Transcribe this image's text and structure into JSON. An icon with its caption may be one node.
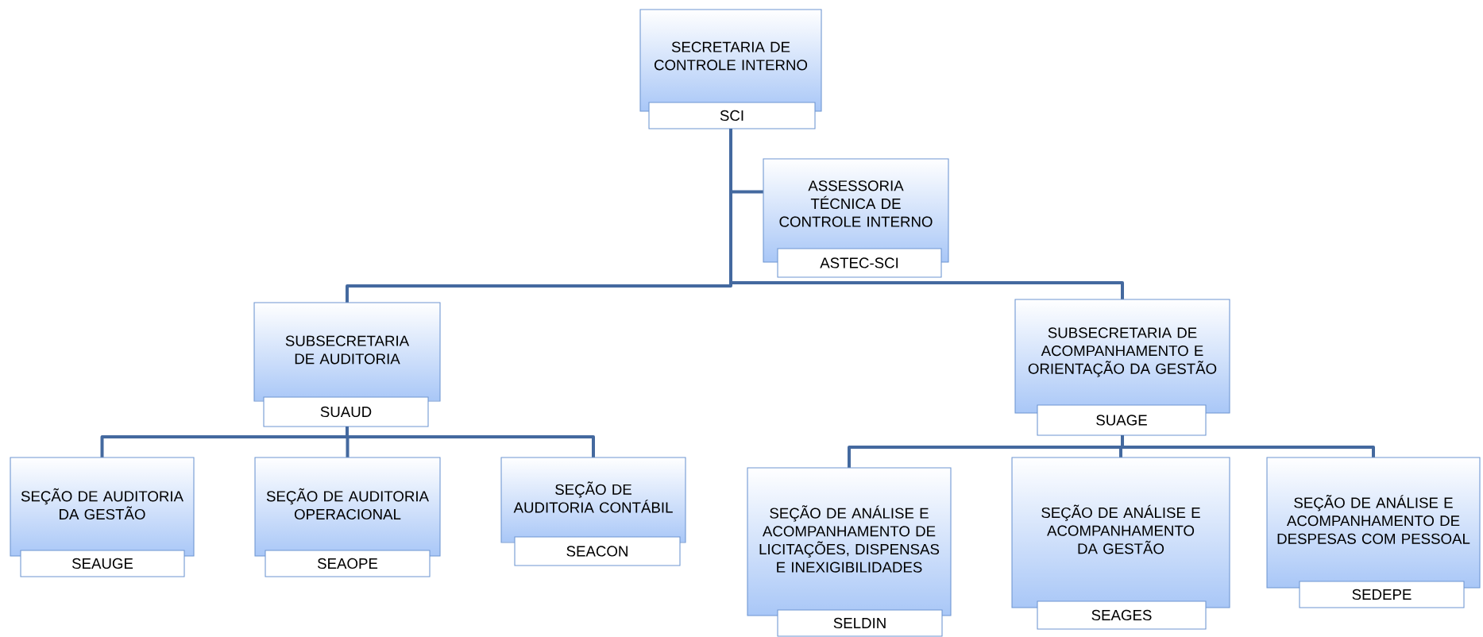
{
  "diagram": {
    "nodes": [
      {
        "text": [
          "SECRETARIA DE CONTROLE INTERNO",
          "SCI"
        ]
      },
      {
        "text": [
          "ASSESSORIA TÉCNICA DE CONTROLE INTERNO",
          "ASTEC-SCI"
        ]
      },
      {
        "text": [
          "SUBSECRETARIA DE AUDITORIA",
          "SUAUD"
        ]
      },
      {
        "text": [
          "SUBSECRETARIA DE ACOMPANHAMENTO E ORIENTAÇÃO DA GESTÃO",
          "SUAGE"
        ]
      },
      {
        "text": [
          "SEÇÃO DE AUDITORIA DA GESTÃO",
          "SEAUGE"
        ]
      },
      {
        "text": [
          "SEÇÃO DE AUDITORIA OPERACIONAL",
          "SEAOPE"
        ]
      },
      {
        "text": [
          "SEÇÃO DE AUDITORIA CONTÁBIL",
          "SEACON"
        ]
      },
      {
        "text": [
          "SEÇÃO DE ANÁLISE E ACOMPANHAMENTO DE LICITAÇÕES, DISPENSAS E INEXIGIBILIDADES",
          "SELDIN"
        ]
      },
      {
        "text": [
          "SEÇÃO DE ANÁLISE E ACOMPANHAMENTO DA GESTÃO",
          "SEAGES"
        ]
      },
      {
        "text": [
          "SEÇÃO DE ANÁLISE E ACOMPANHAMENTO DE DESPESAS COM PESSOAL",
          "SEDEPE"
        ]
      }
    ],
    "edges": [
      {
        "from": 0,
        "to": 1,
        "arrow": "none"
      },
      {
        "from": 0,
        "to": 2,
        "arrow": "none"
      },
      {
        "from": 0,
        "to": 3,
        "arrow": "none"
      },
      {
        "from": 2,
        "to": 4,
        "arrow": "none"
      },
      {
        "from": 2,
        "to": 5,
        "arrow": "none"
      },
      {
        "from": 2,
        "to": 6,
        "arrow": "none"
      },
      {
        "from": 3,
        "to": 7,
        "arrow": "none"
      },
      {
        "from": 3,
        "to": 8,
        "arrow": "none"
      },
      {
        "from": 3,
        "to": 9,
        "arrow": "none"
      }
    ]
  }
}
